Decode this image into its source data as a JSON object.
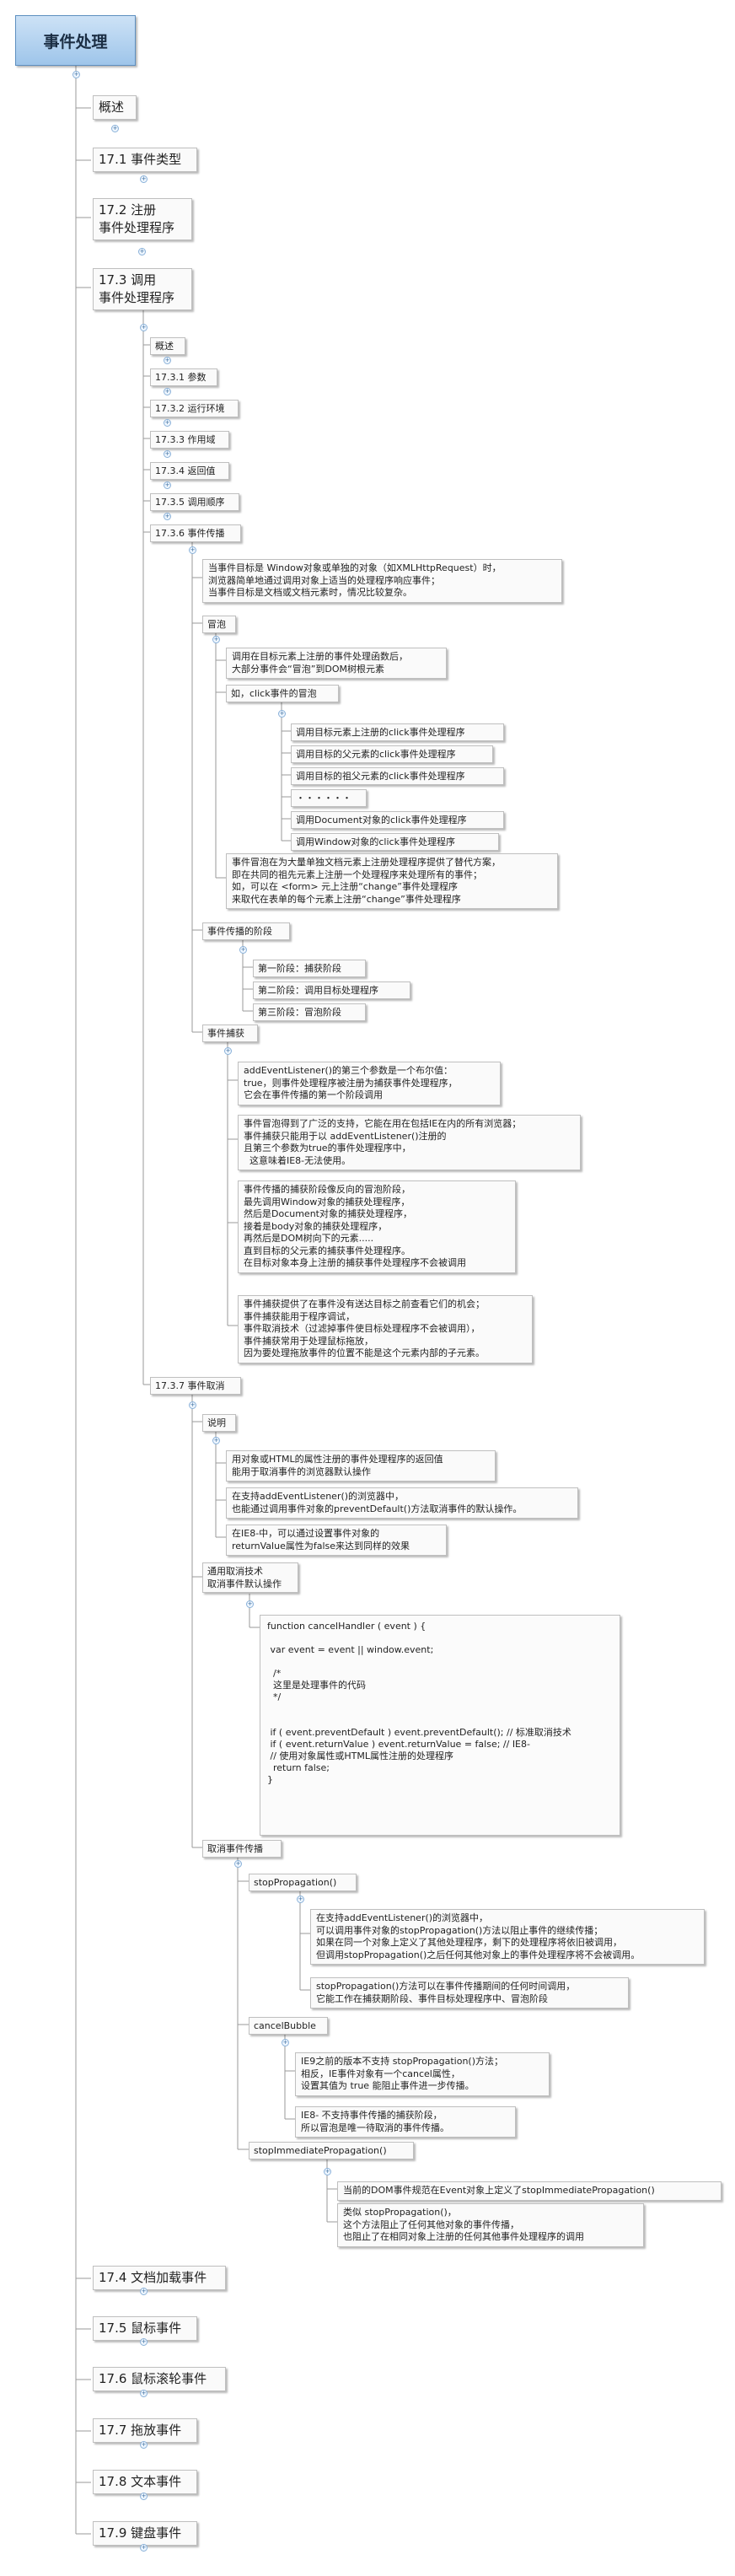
{
  "root": {
    "title": "事件处理"
  },
  "expand_glyph": "+",
  "nodes": {
    "ch_overview": "概述",
    "ch17_1": "17.1 事件类型",
    "ch17_2": "17.2 注册\n事件处理程序",
    "ch17_3": "17.3 调用\n事件处理程序",
    "s_overview": "概述",
    "s17_3_1": "17.3.1 参数",
    "s17_3_2": "17.3.2 运行环境",
    "s17_3_3": "17.3.3 作用域",
    "s17_3_4": "17.3.4 返回值",
    "s17_3_5": "17.3.5 调用顺序",
    "s17_3_6": "17.3.6 事件传播",
    "p_intro": "当事件目标是 Window对象或单独的对象（如XMLHttpRequest）时，\n浏览器简单地通过调用对象上适当的处理程序响应事件；\n当事件目标是文档或文档元素时，情况比较复杂。",
    "bubble": "冒泡",
    "b_desc": "调用在目标元素上注册的事件处理函数后，\n大部分事件会“冒泡”到DOM树根元素",
    "b_example": "如，click事件的冒泡",
    "b_e1": "调用目标元素上注册的click事件处理程序",
    "b_e2": "调用目标的父元素的click事件处理程序",
    "b_e3": "调用目标的祖父元素的click事件处理程序",
    "b_e4": "・・・・・・",
    "b_e5": "调用Document对象的click事件处理程序",
    "b_e6": "调用Window对象的click事件处理程序",
    "b_alt": "事件冒泡在为大量单独文档元素上注册处理程序提供了替代方案，\n即在共同的祖先元素上注册一个处理程序来处理所有的事件；\n如，可以在 <form> 元上注册“change”事件处理程序\n来取代在表单的每个元素上注册“change”事件处理程序",
    "phases": "事件传播的阶段",
    "ph1": "第一阶段：捕获阶段",
    "ph2": "第二阶段：调用目标处理程序",
    "ph3": "第三阶段：冒泡阶段",
    "capture": "事件捕获",
    "c1": "addEventListener()的第三个参数是一个布尔值：\ntrue，则事件处理程序被注册为捕获事件处理程序，\n它会在事件传播的第一个阶段调用",
    "c2": "事件冒泡得到了广泛的支持，它能在用在包括IE在内的所有浏览器；\n事件捕获只能用于以 addEventListener()注册的\n且第三个参数为true的事件处理程序中，\n  这意味着IE8-无法使用。",
    "c3": "事件传播的捕获阶段像反向的冒泡阶段，\n最先调用Window对象的捕获处理程序，\n然后是Document对象的捕获处理程序，\n接着是body对象的捕获处理程序，\n再然后是DOM树向下的元素.....\n直到目标的父元素的捕获事件处理程序。\n在目标对象本身上注册的捕获事件处理程序不会被调用",
    "c4": "事件捕获提供了在事件没有送达目标之前查看它们的机会；\n事件捕获能用于程序调试，\n事件取消技术（过滤掉事件使目标处理程序不会被调用），\n事件捕获常用于处理鼠标拖放，\n因为要处理拖放事件的位置不能是这个元素内部的子元素。",
    "s17_3_7": "17.3.7 事件取消",
    "explain": "说明",
    "x1": "用对象或HTML的属性注册的事件处理程序的返回值\n能用于取消事件的浏览器默认操作",
    "x2": "在支持addEventListener()的浏览器中，\n也能通过调用事件对象的preventDefault()方法取消事件的默认操作。",
    "x3": "在IE8-中，可以通过设置事件对象的\nreturnValue属性为false来达到同样的效果",
    "generic": "通用取消技术\n取消事件默认操作",
    "code": "function cancelHandler ( event ) {\n\n var event = event || window.event;\n\n  /*\n  这里是处理事件的代码\n  */\n\n\n if ( event.preventDefault ) event.preventDefault(); // 标准取消技术\n if ( event.returnValue ) event.returnValue = false; // IE8-\n // 使用对象属性或HTML属性注册的处理程序\n  return false;\n}",
    "cancel_prop": "取消事件传播",
    "stopProp": "stopPropagation()",
    "sp1": "在支持addEventListener()的浏览器中，\n可以调用事件对象的stopPropagation()方法以阻止事件的继续传播；\n如果在同一个对象上定义了其他处理程序，剩下的处理程序将依旧被调用，\n但调用stopPropagation()之后任何其他对象上的事件处理程序将不会被调用。",
    "sp2": "stopPropagation()方法可以在事件传播期间的任何时间调用，\n它能工作在捕获期阶段、事件目标处理程序中、冒泡阶段",
    "cancelBubble": "cancelBubble",
    "cb1": "IE9之前的版本不支持 stopPropagation()方法；\n相反，IE事件对象有一个cancel属性，\n设置其值为 true 能阻止事件进一步传播。",
    "cb2": "IE8- 不支持事件传播的捕获阶段，\n所以冒泡是唯一待取消的事件传播。",
    "stopImm": "stopImmediatePropagation()",
    "si1": "当前的DOM事件规范在Event对象上定义了stopImmediatePropagation()",
    "si2": "类似 stopPropagation()，\n这个方法阻止了任何其他对象的事件传播，\n也阻止了在相同对象上注册的任何其他事件处理程序的调用",
    "ch17_4": "17.4 文档加载事件",
    "ch17_5": "17.5 鼠标事件",
    "ch17_6": "17.6 鼠标滚轮事件",
    "ch17_7": "17.7 拖放事件",
    "ch17_8": "17.8 文本事件",
    "ch17_9": "17.9 键盘事件"
  }
}
